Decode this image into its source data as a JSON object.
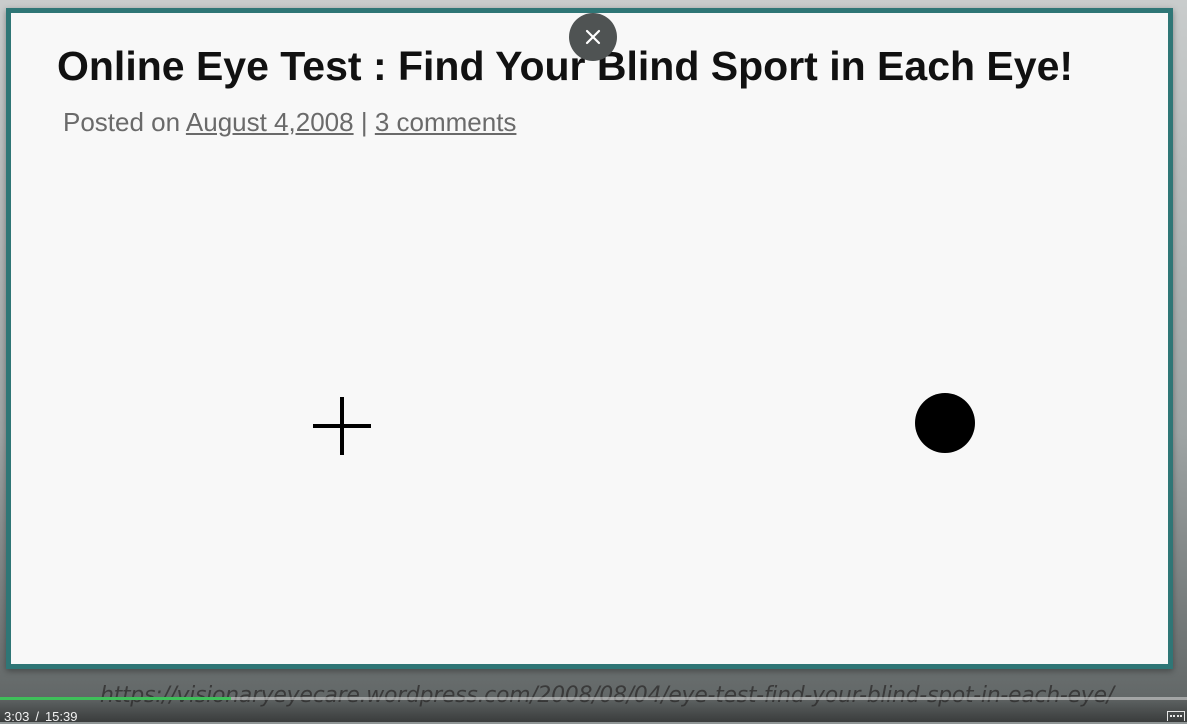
{
  "slide": {
    "title": "Online Eye Test : Find Your Blind Sport in Each Eye!",
    "posted_prefix": "Posted on",
    "posted_date": "August 4,2008",
    "separator": "|",
    "comments": "3 comments"
  },
  "caption": {
    "url": "https://visionaryeyecare.wordpress.com/2008/08/04/eye-test-find-your-blind-spot-in-each-eye/"
  },
  "player": {
    "current_time": "3:03",
    "time_separator": "/",
    "duration": "15:39",
    "progress_fraction": 0.195,
    "progress_color": "#3fbf5a"
  },
  "colors": {
    "frame_border": "#2f7676",
    "slide_background": "#f8f8f8"
  },
  "icons": {
    "close": "close-icon",
    "fixation_cross": "plus-icon",
    "target_dot": "dot-icon",
    "fullscreen": "fullscreen-icon"
  }
}
